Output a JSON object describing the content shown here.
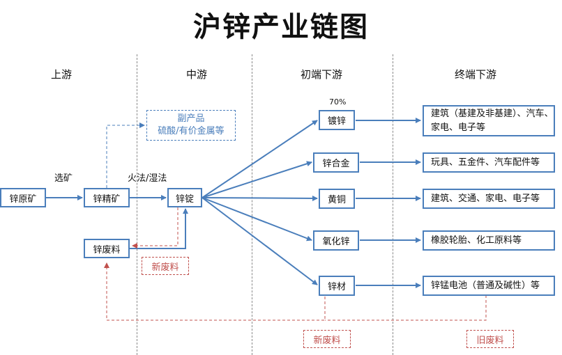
{
  "title": "沪锌产业链图",
  "stages": [
    "上游",
    "中游",
    "初端下游",
    "终端下游"
  ],
  "nodes": {
    "zinc_ore": "锌原矿",
    "zinc_concentrate": "锌精矿",
    "zinc_ingot": "锌锭",
    "zinc_scrap": "锌废料",
    "byproduct_title": "副产品",
    "byproduct_detail": "硫酸/有价金属等",
    "galvanizing": "镀锌",
    "zinc_alloy": "锌合金",
    "brass": "黄铜",
    "zinc_oxide": "氧化锌",
    "zinc_material": "锌材"
  },
  "end_uses": [
    "建筑（基建及非基建）、汽车、家电、电子等",
    "玩具、五金件、汽车配件等",
    "建筑、交通、家电、电子等",
    "橡胶轮胎、化工原料等",
    "锌锰电池（普通及碱性）等"
  ],
  "labels": {
    "beneficiation": "选矿",
    "smelting": "火法/湿法",
    "galvanizing_share": "70%",
    "new_scrap_mid": "新废料",
    "new_scrap_down": "新废料",
    "old_scrap": "旧废料"
  },
  "colors": {
    "flow": "#4a7ebb",
    "scrap": "#c0504d"
  }
}
